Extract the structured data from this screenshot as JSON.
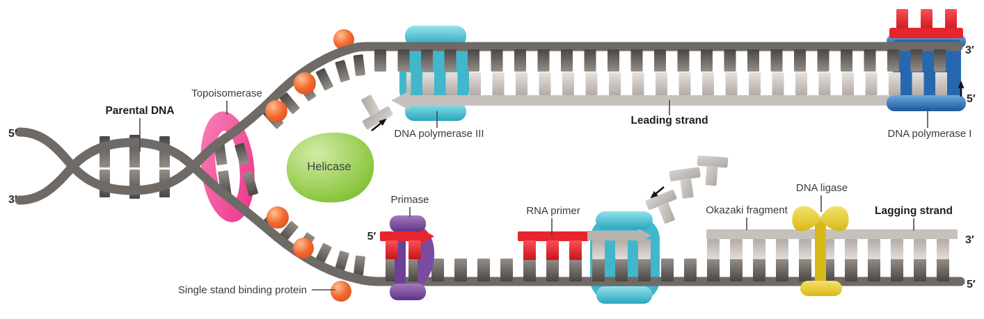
{
  "labels": {
    "parental_dna": "Parental DNA",
    "topoisomerase": "Topoisomerase",
    "helicase": "Helicase",
    "ssb": "Single stand binding protein",
    "dna_polymerase_iii": "DNA polymerase III",
    "leading_strand": "Leading strand",
    "primase": "Primase",
    "rna_primer": "RNA primer",
    "okazaki_fragment": "Okazaki fragment",
    "dna_ligase": "DNA ligase",
    "lagging_strand": "Lagging strand",
    "dna_polymerase_i": "DNA polymerase I"
  },
  "markers": {
    "parental_top": "5′",
    "parental_bottom": "3′",
    "leading_right_top": "3′",
    "leading_right_bottom": "5′",
    "lagging_primer_start": "5′",
    "lagging_right_top": "3′",
    "lagging_right_bottom": "5′"
  },
  "colors": {
    "template_strand_gray": "#6f6a66",
    "new_strand_gray": "#c7c1bd",
    "helicase_green": "#8bc63f",
    "topoisomerase_pink": "#ee4f96",
    "ssb_orange": "#f2672f",
    "polymerase_cyan": "#41b7cb",
    "primase_purple": "#7b4ba1",
    "primer_red": "#e8252c",
    "polymerase_i_blue": "#2767b0",
    "ligase_yellow": "#e9cb32"
  }
}
